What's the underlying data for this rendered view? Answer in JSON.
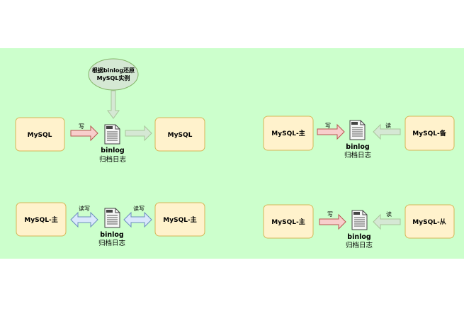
{
  "colors": {
    "background": "#ccffcc",
    "box_fill": "#fff2cc",
    "box_stroke": "#d6b656",
    "write_arrow": "#f8cecc",
    "read_arrow": "#d5e8d4",
    "rw_arrow": "#dae8fc"
  },
  "q1": {
    "ellipse_line1": "根据binlog还原",
    "ellipse_line2": "MySQL实例",
    "left_box": "MySQL",
    "right_box": "MySQL",
    "write_label": "写",
    "doc_line1": "binlog",
    "doc_line2": "归档日志"
  },
  "q2": {
    "left_box": "MySQL-主",
    "right_box": "MySQL-备",
    "write_label": "写",
    "read_label": "读",
    "doc_line1": "binlog",
    "doc_line2": "归档日志"
  },
  "q3": {
    "left_box": "MySQL-主",
    "right_box": "MySQL-主",
    "left_label": "读写",
    "right_label": "读写",
    "doc_line1": "binlog",
    "doc_line2": "归档日志"
  },
  "q4": {
    "left_box": "MySQL-主",
    "right_box": "MySQL-从",
    "write_label": "写",
    "read_label": "读",
    "doc_line1": "binlog",
    "doc_line2": "归档日志"
  }
}
